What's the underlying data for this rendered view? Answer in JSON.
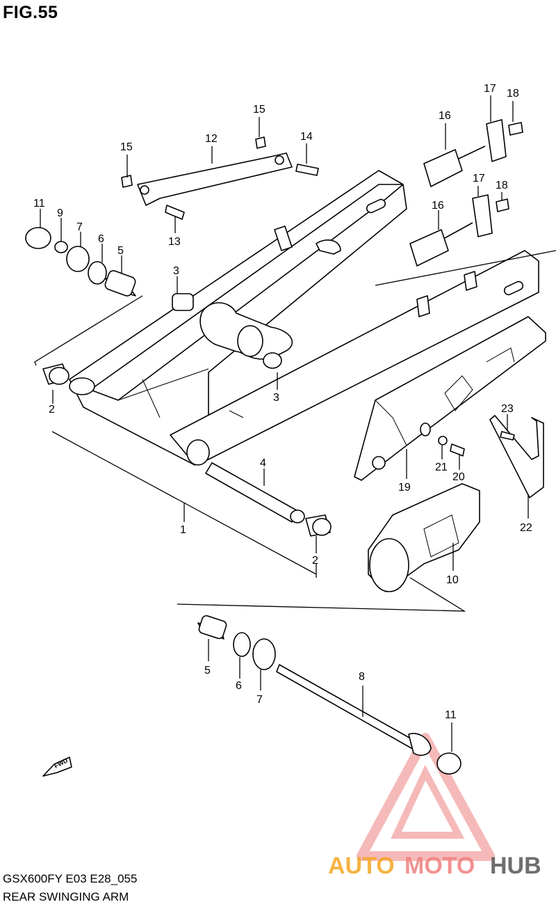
{
  "header": {
    "title": "FIG.55"
  },
  "footer": {
    "model_code": "GSX600FY E03 E28_055",
    "assembly_name": "REAR SWINGING ARM"
  },
  "direction_marker": {
    "label": "FWD"
  },
  "watermark": {
    "text_a": "AUTO",
    "text_b": "MOTO",
    "text_c": "HUB",
    "color_a": "#f5a623",
    "color_b": "#f08080",
    "color_c": "#555555"
  },
  "callouts": {
    "c1": "1",
    "c2a": "2",
    "c2b": "2",
    "c3a": "3",
    "c3b": "3",
    "c4": "4",
    "c5a": "5",
    "c5b": "5",
    "c6a": "6",
    "c6b": "6",
    "c7a": "7",
    "c7b": "7",
    "c8": "8",
    "c9": "9",
    "c10": "10",
    "c11a": "11",
    "c11b": "11",
    "c12": "12",
    "c13": "13",
    "c14": "14",
    "c15a": "15",
    "c15b": "15",
    "c16a": "16",
    "c16b": "16",
    "c17a": "17",
    "c17b": "17",
    "c18a": "18",
    "c18b": "18",
    "c19": "19",
    "c20": "20",
    "c21": "21",
    "c22": "22",
    "c23": "23"
  }
}
